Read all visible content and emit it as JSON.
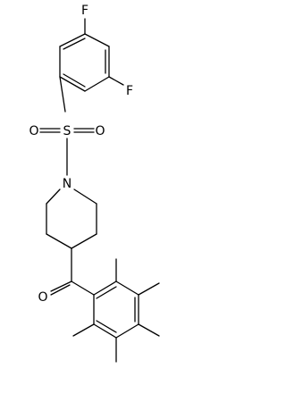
{
  "molecule": {
    "atoms": {
      "f_top": "F",
      "f_ortho": "F",
      "s": "S",
      "o_sulfonyl_left": "O",
      "o_sulfonyl_right": "O",
      "n": "N",
      "o_carbonyl": "O"
    }
  },
  "colors": {
    "bond": "#000000",
    "label": "#000000",
    "background": "#ffffff"
  }
}
